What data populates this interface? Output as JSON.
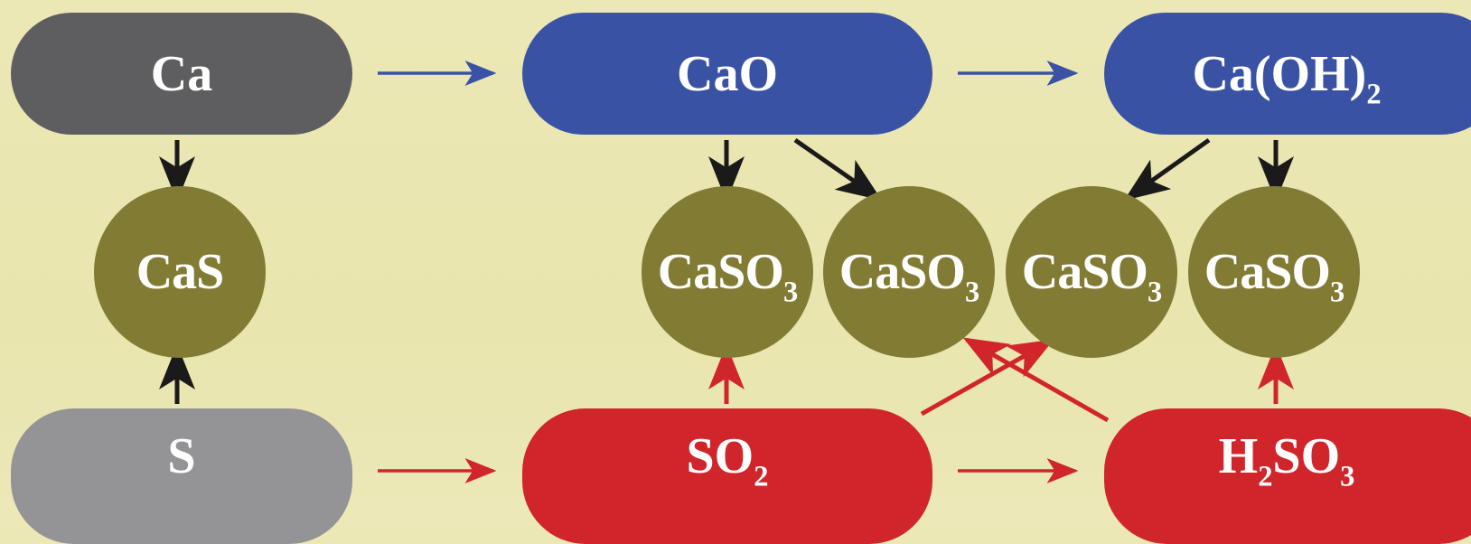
{
  "nodes": {
    "ca": {
      "label": "Ca"
    },
    "cao": {
      "label": "CaO"
    },
    "caoh2": {
      "label": "Ca(OH)",
      "sub": "2"
    },
    "cas": {
      "label": "CaS"
    },
    "caso3_1": {
      "label": "CaSO",
      "sub": "3"
    },
    "caso3_2": {
      "label": "CaSO",
      "sub": "3"
    },
    "caso3_3": {
      "label": "CaSO",
      "sub": "3"
    },
    "caso3_4": {
      "label": "CaSO",
      "sub": "3"
    },
    "s": {
      "label": "S"
    },
    "so2": {
      "label": "SO",
      "sub": "2"
    },
    "h2so3": {
      "a": "H",
      "sub1": "2",
      "b": "SO",
      "sub2": "3"
    }
  },
  "colors": {
    "background": "#ebe7b2",
    "calcium_metal": "#5e5d5f",
    "calcium_compounds": "#3a52a4",
    "sulfur": "#949396",
    "sulfur_compounds": "#d0252b",
    "salts": "#817b33",
    "arrow_blue": "#3a52a4",
    "arrow_red": "#d0252b",
    "arrow_black": "#1a1a1a"
  }
}
